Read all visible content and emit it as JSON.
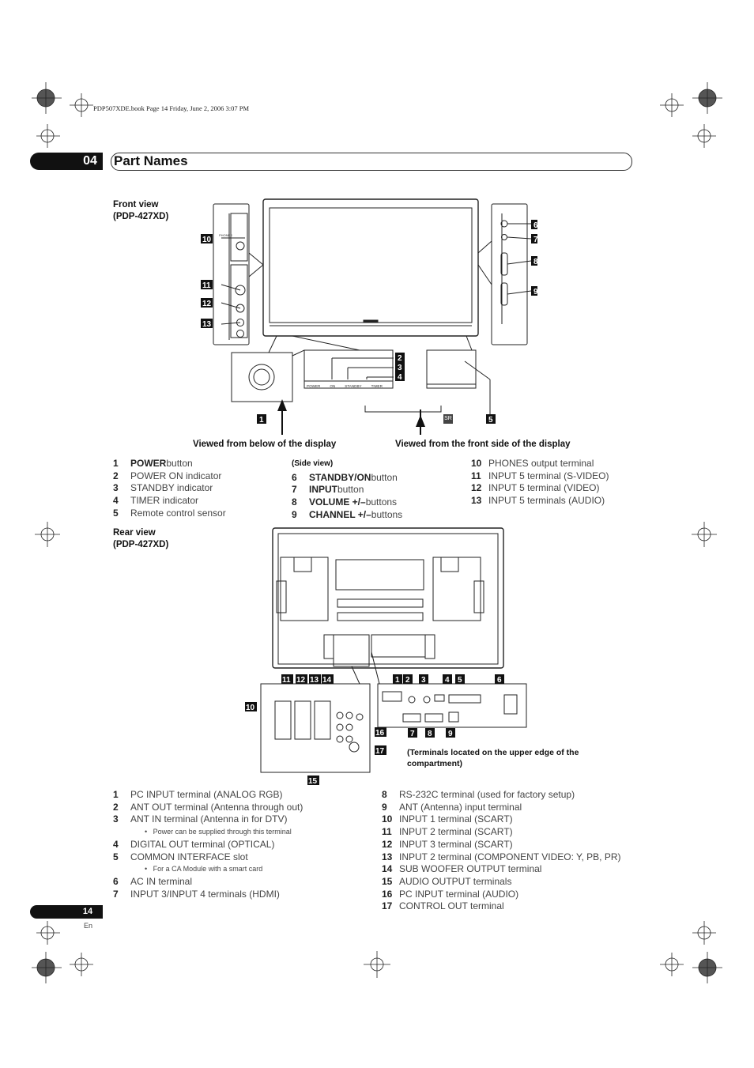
{
  "book_line": "PDP507XDE.book  Page 14  Friday, June 2, 2006  3:07 PM",
  "chapter": {
    "number": "04",
    "title": "Part Names"
  },
  "front_view": {
    "title_line1": "Front view",
    "title_line2": "(PDP-427XD)"
  },
  "indicator_labels": [
    "POWER",
    "ON",
    "STANDBY",
    "TIMER"
  ],
  "side_panel_text": {
    "phones": "PHONES",
    "sv": "SR"
  },
  "view_captions": {
    "below": "Viewed from below of the display",
    "front_side": "Viewed from the front side of the display"
  },
  "front_legend": {
    "col1": [
      {
        "n": "1",
        "b": "POWER",
        "t": " button"
      },
      {
        "n": "2",
        "b": "",
        "t": "POWER ON indicator"
      },
      {
        "n": "3",
        "b": "",
        "t": "STANDBY indicator"
      },
      {
        "n": "4",
        "b": "",
        "t": "TIMER indicator"
      },
      {
        "n": "5",
        "b": "",
        "t": "Remote control sensor"
      }
    ],
    "col2_head": "(Side view)",
    "col2": [
      {
        "n": "6",
        "b": "STANDBY/ON",
        "t": " button"
      },
      {
        "n": "7",
        "b": "INPUT",
        "t": " button"
      },
      {
        "n": "8",
        "b": "VOLUME +/–",
        "t": " buttons"
      },
      {
        "n": "9",
        "b": "CHANNEL +/–",
        "t": " buttons"
      }
    ],
    "col3": [
      {
        "n": "10",
        "t": "PHONES output terminal"
      },
      {
        "n": "11",
        "t": "INPUT 5 terminal (S-VIDEO)"
      },
      {
        "n": "12",
        "t": "INPUT 5 terminal (VIDEO)"
      },
      {
        "n": "13",
        "t": "INPUT 5 terminals (AUDIO)"
      }
    ]
  },
  "rear_view": {
    "title_line1": "Rear view",
    "title_line2": "(PDP-427XD)"
  },
  "terminals_note": "(Terminals located on the upper edge of the compartment)",
  "rear_legend": {
    "left": [
      {
        "n": "1",
        "t": "PC INPUT terminal (ANALOG RGB)"
      },
      {
        "n": "2",
        "t": "ANT OUT terminal (Antenna through out)"
      },
      {
        "n": "3",
        "t": "ANT IN terminal (Antenna in for DTV)"
      },
      {
        "bullet": "Power can be supplied through this terminal"
      },
      {
        "n": "4",
        "t": "DIGITAL OUT terminal (OPTICAL)"
      },
      {
        "n": "5",
        "t": "COMMON INTERFACE slot"
      },
      {
        "bullet": "For a CA Module with a smart card"
      },
      {
        "n": "6",
        "t": "AC IN terminal"
      },
      {
        "n": "7",
        "t": "INPUT 3/INPUT 4 terminals (HDMI)"
      }
    ],
    "right": [
      {
        "n": "8",
        "t": "RS-232C terminal (used for factory setup)"
      },
      {
        "n": "9",
        "t": "ANT (Antenna) input terminal"
      },
      {
        "n": "10",
        "t": "INPUT 1 terminal (SCART)"
      },
      {
        "n": "11",
        "t": "INPUT 2 terminal (SCART)"
      },
      {
        "n": "12",
        "t": "INPUT 3 terminal (SCART)"
      },
      {
        "n": "13",
        "t": "INPUT 2 terminal (COMPONENT VIDEO: Y, PB, PR)"
      },
      {
        "n": "14",
        "t": "SUB WOOFER OUTPUT terminal"
      },
      {
        "n": "15",
        "t": "AUDIO OUTPUT terminals"
      },
      {
        "n": "16",
        "t": "PC INPUT terminal (AUDIO)"
      },
      {
        "n": "17",
        "t": "CONTROL OUT terminal"
      }
    ]
  },
  "page": {
    "number": "14",
    "lang": "En"
  }
}
